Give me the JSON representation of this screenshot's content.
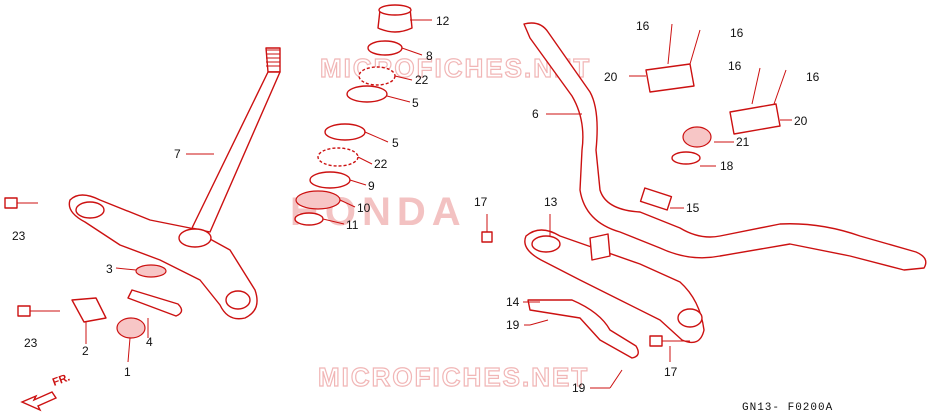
{
  "watermarks": {
    "top": "MICROFICHES.NET",
    "bottom": "MICROFICHES.NET",
    "center": "HONDA"
  },
  "diagram_code": "GN13- F0200A",
  "direction_label": "FR.",
  "callouts": {
    "c12": "12",
    "c8": "8",
    "c22a": "22",
    "c5a": "5",
    "c5b": "5",
    "c22b": "22",
    "c9": "9",
    "c10": "10",
    "c11": "11",
    "c7": "7",
    "c23a": "23",
    "c3": "3",
    "c4": "4",
    "c2": "2",
    "c23b": "23",
    "c1": "1",
    "c6": "6",
    "c16a": "16",
    "c16b": "16",
    "c20a": "20",
    "c16c": "16",
    "c16d": "16",
    "c20b": "20",
    "c21": "21",
    "c18": "18",
    "c15": "15",
    "c17a": "17",
    "c13": "13",
    "c14": "14",
    "c19a": "19",
    "c17b": "17",
    "c19b": "19"
  },
  "colors": {
    "line": "#cc1111",
    "watermark": "#f1b6b6",
    "text": "#111111"
  }
}
